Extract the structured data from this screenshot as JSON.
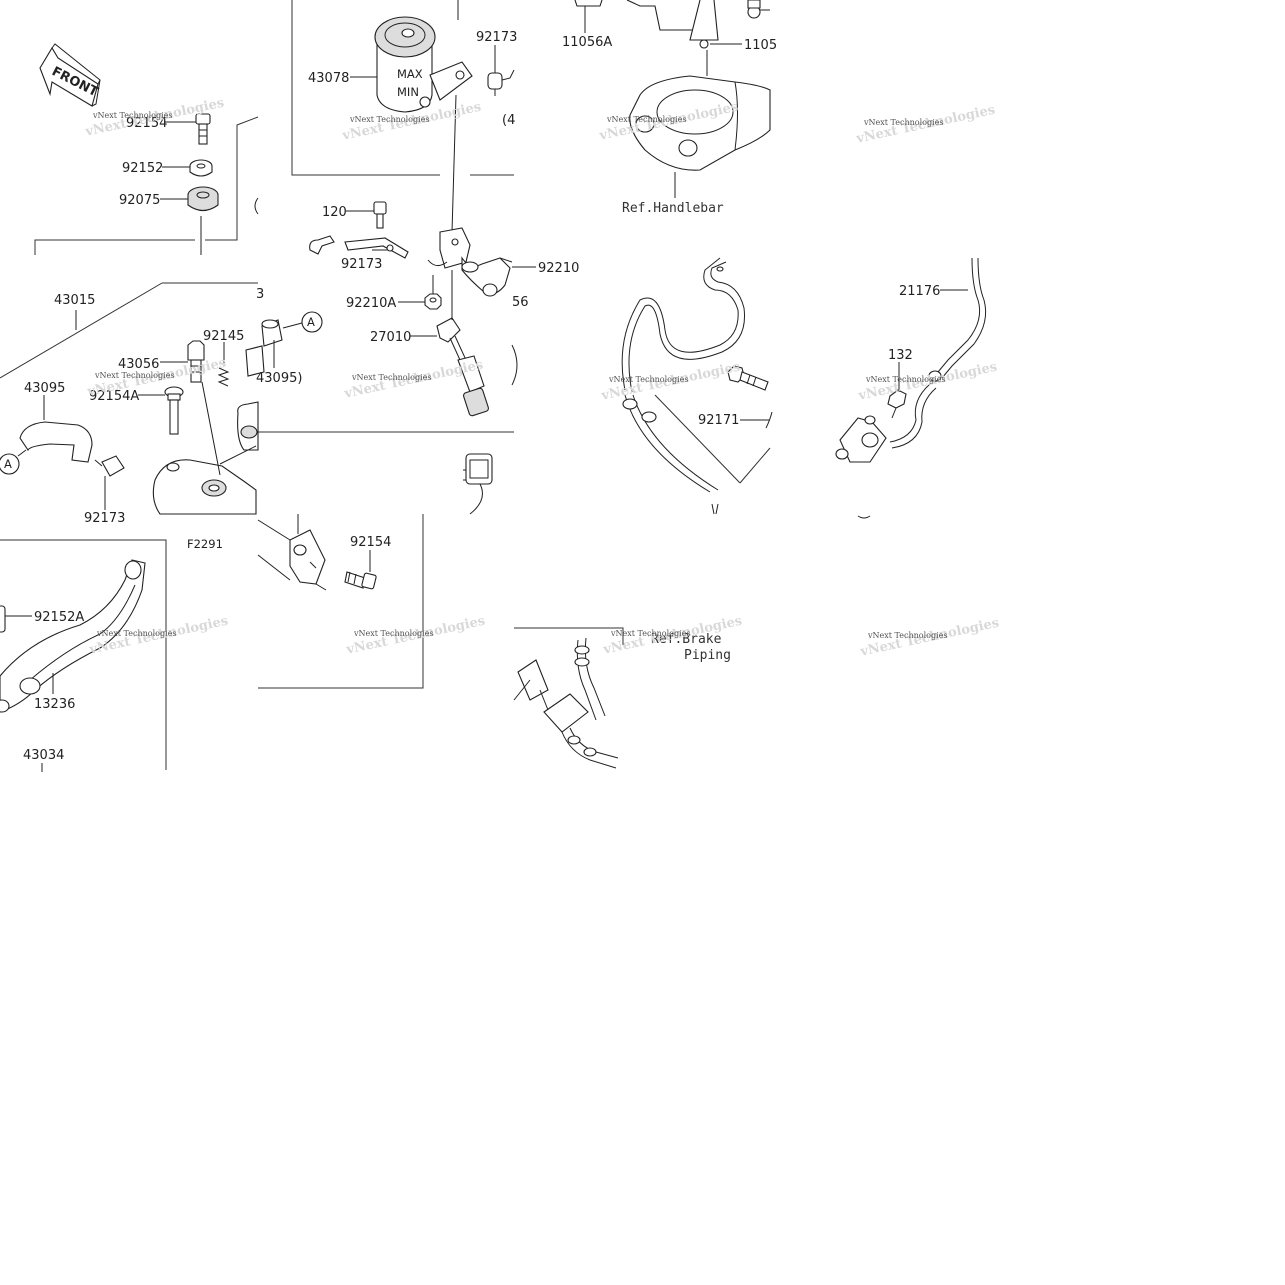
{
  "front_label": "FRONT",
  "figure_code": "F2291",
  "callout_letter": "A",
  "watermark": {
    "line1": "vNext Technologies",
    "line2": "vNext Technologies"
  },
  "refs": {
    "handlebar": "Ref.Handlebar",
    "brake_line1": "Ref.Brake",
    "brake_line2": "Piping"
  },
  "parts": {
    "p43078": "43078",
    "p92173_top": "92173",
    "p4_partial": "(4",
    "p11056A": "11056A",
    "p1105_partial": "1105",
    "p92154_top": "92154",
    "p92152": "92152",
    "p92075": "92075",
    "p120": "120",
    "p92173_mid": "92173",
    "p92210": "92210",
    "p56_partial": "56",
    "p92210A": "92210A",
    "p27010": "27010",
    "p43015": "43015",
    "p92145": "92145",
    "p43056": "43056",
    "p43095_paren": "43095)",
    "p43095": "43095",
    "p92154A": "92154A",
    "p92173_low": "92173",
    "p92154_low": "92154",
    "p92152A": "92152A",
    "p13236": "13236",
    "p43034": "43034",
    "p21176": "21176",
    "p132": "132",
    "p92171": "92171"
  }
}
